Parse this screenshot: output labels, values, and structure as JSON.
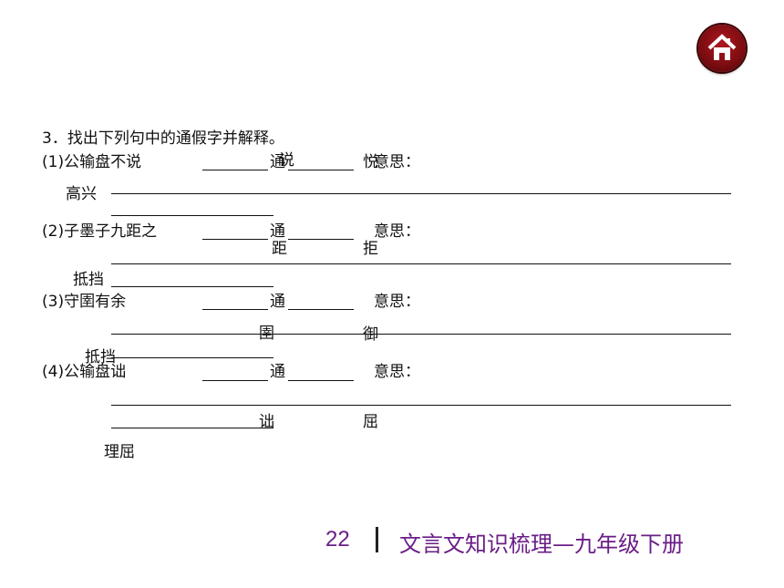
{
  "question": {
    "title": "3．找出下列句中的通假字并解释。",
    "items": [
      {
        "sentence": "(1)公输盘不说",
        "tong": "通",
        "meaning_label": "意思：",
        "answer_a": "说",
        "answer_b": "悦",
        "explanation": "高兴"
      },
      {
        "sentence": "(2)子墨子九距之",
        "tong": "通",
        "meaning_label": "意思：",
        "answer_a": "距",
        "answer_b": "拒",
        "explanation": "抵挡"
      },
      {
        "sentence": "(3)守圉有余",
        "tong": "通",
        "meaning_label": "意思：",
        "answer_a": "圉",
        "answer_b": "御",
        "explanation": "抵挡"
      },
      {
        "sentence": "(4)公输盘诎",
        "tong": "通",
        "meaning_label": "意思：",
        "answer_a": "诎",
        "answer_b": "屈",
        "explanation": "理屈"
      }
    ]
  },
  "footer": {
    "page_number": "22",
    "title": "文言文知识梳理—九年级下册"
  },
  "colors": {
    "footer_text": "#6a1e86",
    "home_button": "#8a0e14"
  },
  "icons": {
    "home": "home-icon"
  }
}
